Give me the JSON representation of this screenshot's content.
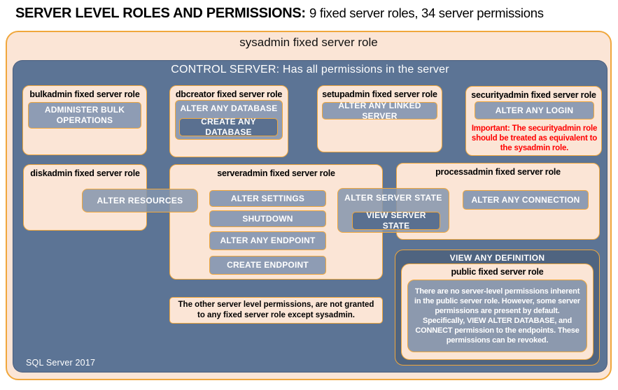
{
  "header": {
    "title_bold": "SERVER LEVEL ROLES AND PERMISSIONS:",
    "title_rest": "9 fixed server roles, 34 server permissions"
  },
  "sysadmin": {
    "label": "sysadmin fixed server role"
  },
  "control": {
    "label": "CONTROL SERVER: Has all permissions in the server"
  },
  "roles": {
    "bulkadmin": {
      "title": "bulkadmin fixed server role",
      "permission": "ADMINISTER BULK OPERATIONS"
    },
    "dbcreator": {
      "title": "dbcreator fixed server role",
      "permission_outer": "ALTER ANY DATABASE",
      "permission_inner": "CREATE ANY DATABASE"
    },
    "setupadmin": {
      "title": "setupadmin fixed server role",
      "permission": "ALTER ANY LINKED SERVER"
    },
    "securityadmin": {
      "title": "securityadmin fixed server role",
      "permission": "ALTER ANY LOGIN",
      "warning": "Important: The securityadmin role should be treated as equivalent to the sysadmin role."
    },
    "diskadmin": {
      "title": "diskadmin fixed server role",
      "permission": "ALTER RESOURCES"
    },
    "serveradmin": {
      "title": "serveradmin fixed server role",
      "permissions": [
        "ALTER SETTINGS",
        "SHUTDOWN",
        "ALTER ANY ENDPOINT",
        "CREATE ENDPOINT"
      ],
      "shared_outer": "ALTER SERVER STATE",
      "shared_inner": "VIEW SERVER STATE"
    },
    "processadmin": {
      "title": "processadmin fixed server role",
      "permission": "ALTER ANY CONNECTION"
    },
    "public": {
      "header": "VIEW ANY DEFINITION",
      "title": "public fixed server role",
      "description": "There are no server-level permissions inherent in the public server role. However, some server permissions are present by default. Specifically, VIEW ALTER DATABASE, and CONNECT permission to the endpoints. These permissions can be revoked."
    }
  },
  "note": "The other server level permissions, are not granted to any fixed server role except sysadmin.",
  "footer": "SQL Server 2017",
  "colors": {
    "peach": "#FBE5D6",
    "gold": "#F0A73C",
    "slate": "#5C7495",
    "slate-light": "#8E9CB4",
    "slate-mid": "#5A7090",
    "slate-dark": "#4F6480",
    "desc": "#8C99AE",
    "red": "#FF0000"
  }
}
